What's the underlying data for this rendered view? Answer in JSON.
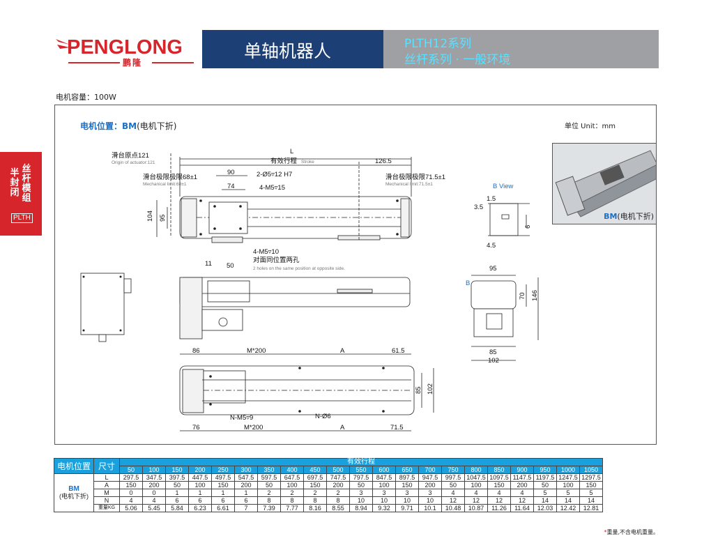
{
  "header": {
    "logo_text": "PENGLONG",
    "logo_cn": "鹏隆",
    "product_title": "单轴机器人",
    "series_line1": "PLTH12系列",
    "series_line2": "丝杆系列 · 一般环境"
  },
  "side_tab": {
    "col1": "半封闭",
    "col2": "丝杆模组",
    "code": "PLTH"
  },
  "motor_capacity": "电机容量：100W",
  "drawing": {
    "position_label": "电机位置：BM",
    "position_label_cn": "(电机下折)",
    "unit": "单位 Unit：mm",
    "photo_label": "BM",
    "photo_label_cn": "(电机下折)",
    "b_view": "B View",
    "origin_cn": "滑台原点121",
    "origin_en": "Origin of actuator:121",
    "mech_left_cn": "滑台极限极限68±1",
    "mech_left_en": "Mechanical limit:68±1",
    "mech_right_cn": "滑台极限极限71.5±1",
    "mech_right_en": "Mechanical limit:71.5±1",
    "stroke_cn": "有效行程",
    "stroke_en": "Stroke",
    "holes_cn": "对面同位置两孔",
    "holes_en": "2 holes on the same position at opposite side.",
    "dims": {
      "L": "L",
      "d126": "126.5",
      "d90": "90",
      "hole1": "2-Ø5▿12 H7",
      "d74": "74",
      "hole2": "4-M5▿15",
      "d104": "104",
      "d95a": "95",
      "d15": "1.5",
      "d35": "3.5",
      "d6": "6",
      "d45": "4.5",
      "hole3": "4-M5▿10",
      "d11": "11",
      "d50": "50",
      "d95b": "95",
      "d70": "70",
      "d146": "146",
      "d85a": "85",
      "d102a": "102",
      "d86": "86",
      "m200a": "M*200",
      "A1": "A",
      "d615": "61.5",
      "d85b": "85",
      "d102b": "102",
      "nm5": "N-M5▿9",
      "n6": "N-Ø6",
      "d76": "76",
      "m200b": "M*200",
      "A2": "A",
      "d715": "71.5",
      "B": "B"
    }
  },
  "table": {
    "col_position": "电机位置",
    "col_size": "尺寸",
    "stroke_header": "有效行程",
    "strokes": [
      "50",
      "100",
      "150",
      "200",
      "250",
      "300",
      "350",
      "400",
      "450",
      "500",
      "550",
      "600",
      "650",
      "700",
      "750",
      "800",
      "850",
      "900",
      "950",
      "1000",
      "1050"
    ],
    "position": "BM",
    "position_cn": "(电机下折)",
    "rows": [
      {
        "label": "L",
        "values": [
          "297.5",
          "347.5",
          "397.5",
          "447.5",
          "497.5",
          "547.5",
          "597.5",
          "647.5",
          "697.5",
          "747.5",
          "797.5",
          "847.5",
          "897.5",
          "947.5",
          "997.5",
          "1047.5",
          "1097.5",
          "1147.5",
          "1197.5",
          "1247.5",
          "1297.5"
        ]
      },
      {
        "label": "A",
        "values": [
          "150",
          "200",
          "50",
          "100",
          "150",
          "200",
          "50",
          "100",
          "150",
          "200",
          "50",
          "100",
          "150",
          "200",
          "50",
          "100",
          "150",
          "200",
          "50",
          "100",
          "150"
        ]
      },
      {
        "label": "M",
        "values": [
          "0",
          "0",
          "1",
          "1",
          "1",
          "1",
          "2",
          "2",
          "2",
          "2",
          "3",
          "3",
          "3",
          "3",
          "4",
          "4",
          "4",
          "4",
          "5",
          "5",
          "5"
        ]
      },
      {
        "label": "N",
        "values": [
          "4",
          "4",
          "6",
          "6",
          "6",
          "6",
          "8",
          "8",
          "8",
          "8",
          "10",
          "10",
          "10",
          "10",
          "12",
          "12",
          "12",
          "12",
          "14",
          "14",
          "14"
        ]
      },
      {
        "label": "重量KG",
        "values": [
          "5.06",
          "5.45",
          "5.84",
          "6.23",
          "6.61",
          "7",
          "7.39",
          "7.77",
          "8.16",
          "8.55",
          "8.94",
          "9.32",
          "9.71",
          "10.1",
          "10.48",
          "10.87",
          "11.26",
          "11.64",
          "12.03",
          "12.42",
          "12.81"
        ]
      }
    ],
    "note": "重量,不含电机重量。"
  },
  "colors": {
    "brand_red": "#d6262c",
    "title_blue": "#1c3f76",
    "accent_blue": "#1aa0dc",
    "title_grey": "#9ea0a3"
  }
}
